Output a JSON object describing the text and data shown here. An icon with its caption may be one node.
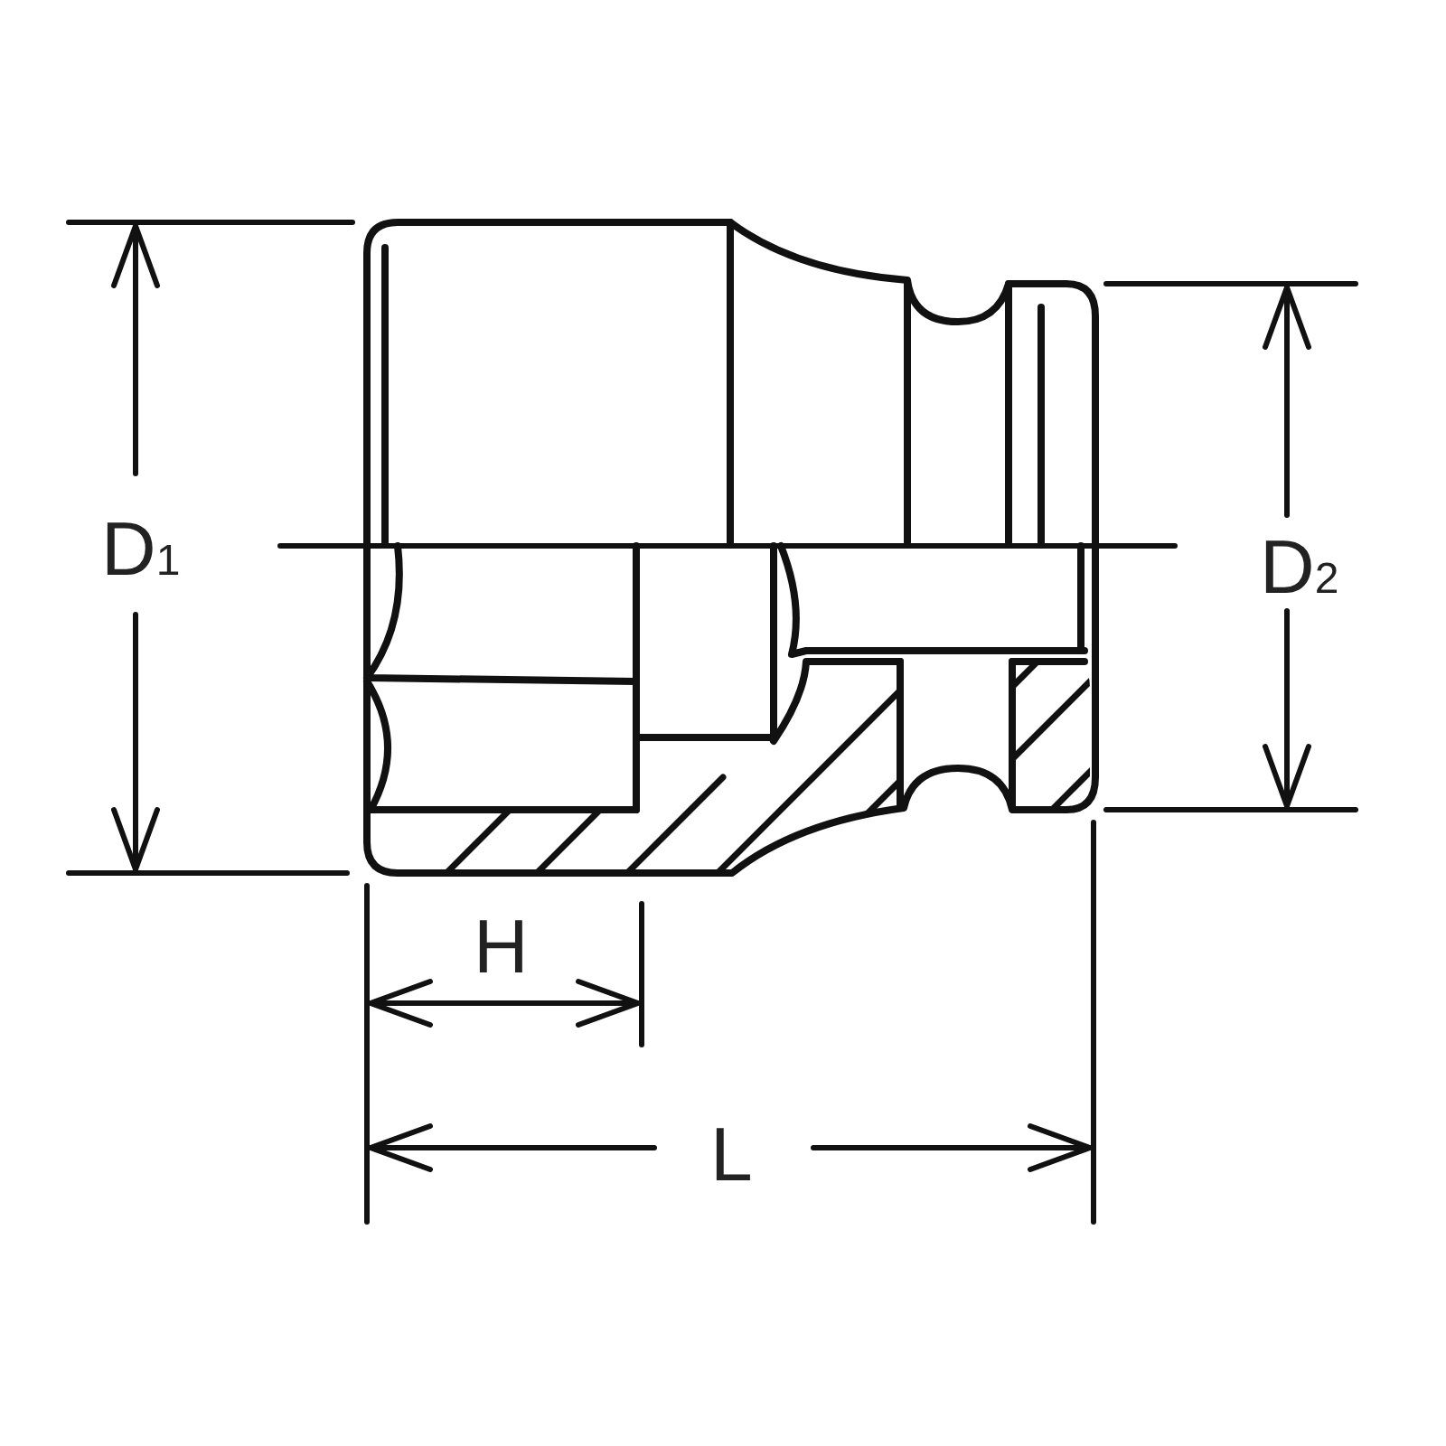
{
  "diagram": {
    "labels": [
      "D$_{1}$",
      "D$_{2}$",
      "H",
      "L"
    ]
  }
}
